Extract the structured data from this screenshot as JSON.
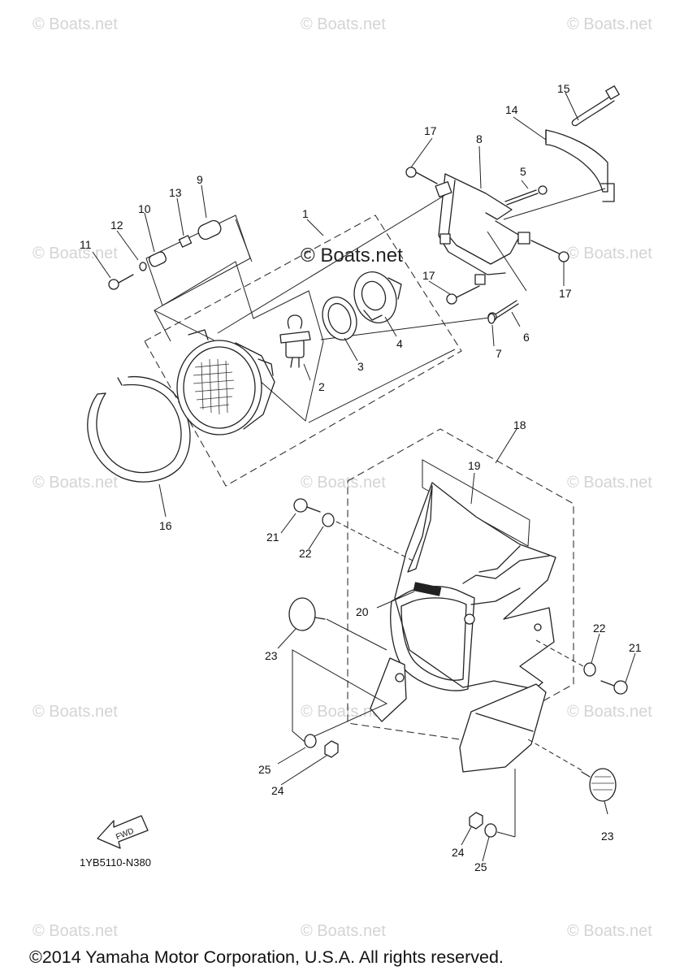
{
  "watermark": "© Boats.net",
  "center_watermark": "© Boats.net",
  "diagram_code": "1YB5110-N380",
  "fwd_label": "FWD",
  "copyright": "©2014 Yamaha Motor Corporation, U.S.A. All rights reserved.",
  "callouts": {
    "c1": "1",
    "c2": "2",
    "c3": "3",
    "c4": "4",
    "c5": "5",
    "c6": "6",
    "c7": "7",
    "c8": "8",
    "c9": "9",
    "c10": "10",
    "c11": "11",
    "c12": "12",
    "c13": "13",
    "c14": "14",
    "c15": "15",
    "c16": "16",
    "c17a": "17",
    "c17b": "17",
    "c17c": "17",
    "c18": "18",
    "c19": "19",
    "c20": "20",
    "c21a": "21",
    "c21b": "21",
    "c22a": "22",
    "c22b": "22",
    "c23a": "23",
    "c23b": "23",
    "c24a": "24",
    "c24b": "24",
    "c25a": "25",
    "c25b": "25"
  }
}
